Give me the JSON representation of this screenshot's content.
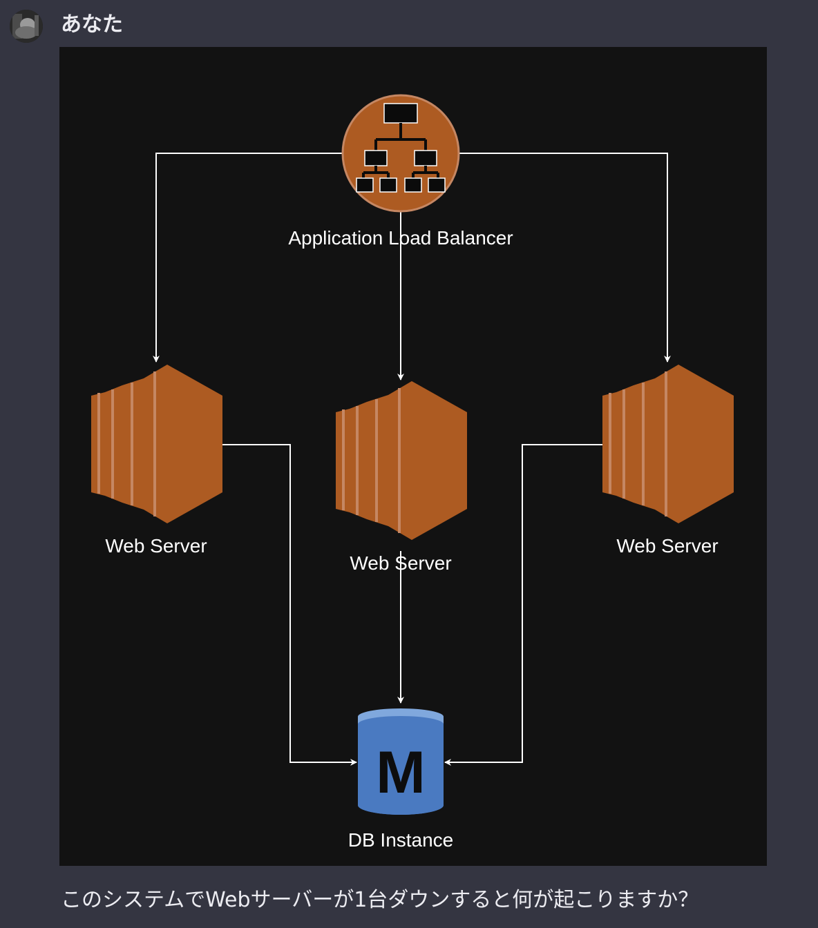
{
  "message": {
    "author": "あなた",
    "avatar_icon": "user-avatar-icon",
    "text": "このシステムでWebサーバーが1台ダウンすると何が起こりますか？"
  },
  "diagram": {
    "background": "#121212",
    "load_balancer": {
      "label": "Application Load Balancer",
      "color": "#ad5b22",
      "icon": "load-balancer-icon"
    },
    "web_servers": [
      {
        "label": "Web Server",
        "icon": "ec2-instance-icon"
      },
      {
        "label": "Web Server",
        "icon": "ec2-instance-icon"
      },
      {
        "label": "Web Server",
        "icon": "ec2-instance-icon"
      }
    ],
    "database": {
      "label": "DB Instance",
      "letter": "M",
      "color": "#4a7ac1",
      "icon": "database-icon"
    },
    "server_color": "#ad5b22",
    "server_highlight": "#c58763",
    "connector_color": "#ffffff"
  }
}
